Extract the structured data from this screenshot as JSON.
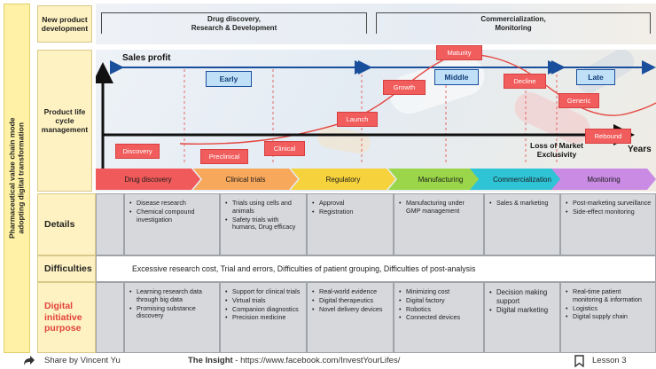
{
  "side_title": "Pharmaceutical value chain mode\nadopting digital transformation",
  "rows": {
    "new_product": "New product development",
    "lifecycle": "Product life cycle management",
    "details": "Details",
    "difficulties": "Difficulties",
    "digital": "Digital initiative purpose"
  },
  "brackets": {
    "left": "Drug discovery,\nResearch & Development",
    "right": "Commercialization,\nMonitoring"
  },
  "chart": {
    "sales_profit": "Sales profit",
    "years": "Years",
    "loss_of_exclusivity": "Loss of Market\nExclusivity",
    "phases": {
      "early": "Early",
      "middle": "Middle",
      "late": "Late"
    },
    "stages": {
      "discovery": "Discovery",
      "preclinical": "Preclinical",
      "clinical": "Clinical",
      "launch": "Launch",
      "growth": "Growth",
      "maturity": "Maturity",
      "decline": "Decline",
      "generic": "Generic",
      "rebound": "Rebound"
    }
  },
  "process": [
    {
      "label": "Drug discovery",
      "color": "#f05a5a"
    },
    {
      "label": "Clinical trials",
      "color": "#f7a85b"
    },
    {
      "label": "Regulatory",
      "color": "#f6d23c"
    },
    {
      "label": "Manufacturing",
      "color": "#9bd64a"
    },
    {
      "label": "Commercialization",
      "color": "#2fc3d6"
    },
    {
      "label": "Monitoring",
      "color": "#c98be3"
    }
  ],
  "details": [
    [
      "Disease research",
      "Chemical compound investigation"
    ],
    [
      "Trials using cells and animals",
      "Safety trials with humans, Drug efficacy"
    ],
    [
      "Approval",
      "Registration"
    ],
    [
      "Manufacturing under GMP management"
    ],
    [
      "Sales & marketing"
    ],
    [
      "Post-marketing surveillance",
      "Side-effect monitoring"
    ]
  ],
  "difficulties": "Excessive research cost, Trial and errors, Difficulties of patient grouping, Difficulties of post-analysis",
  "digital": [
    [
      "Learning research data through big data",
      "Promising substance discovery"
    ],
    [
      "Support for clinical trials",
      "Virtual trials",
      "Companion diagnostics",
      "Precision medicine"
    ],
    [
      "Real-world evidence",
      "Digital therapeutics",
      "Novel delivery devices"
    ],
    [
      "Minimizing cost",
      "Digital factory",
      "Robotics",
      "Connected devices"
    ],
    [
      "Decision making support",
      "Digital marketing"
    ],
    [
      "Real-time patient monitoring & information",
      "Logistics",
      "Digital supply chain"
    ]
  ],
  "footer": {
    "share": "Share by Vincent Yu",
    "brand": "The Insight",
    "url": " - https://www.facebook.com/InvestYourLifes/",
    "lesson": "Lesson 3"
  },
  "colors": {
    "stage_red": "#f15c5c",
    "phase_blue": "#bfe0f7",
    "arrow_blue": "#1a4f9c",
    "header_yellow": "#fff2c2",
    "digital_red": "#e0433b"
  }
}
